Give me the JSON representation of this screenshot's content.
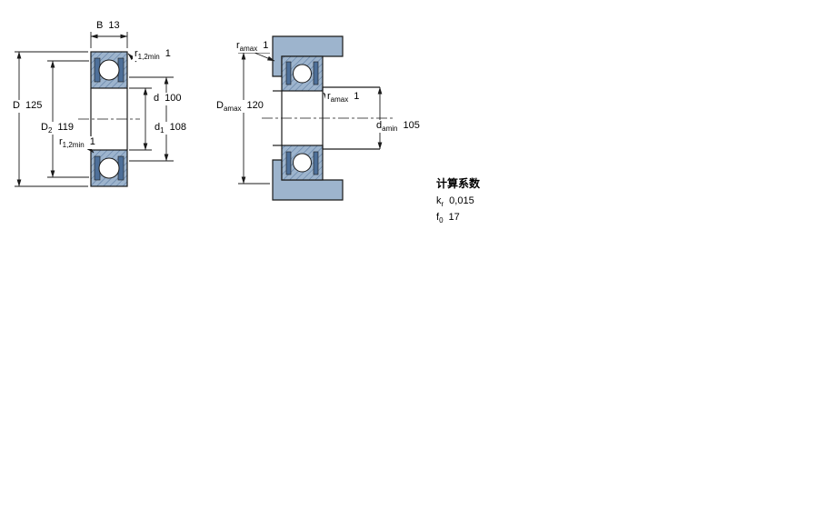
{
  "left_view": {
    "labels": {
      "B": {
        "main": "B",
        "sub": "",
        "value": "13"
      },
      "r12_top": {
        "main": "r",
        "sub": "1,2min",
        "value": "1"
      },
      "D": {
        "main": "D",
        "sub": "",
        "value": "125"
      },
      "D2": {
        "main": "D",
        "sub": "2",
        "value": "119"
      },
      "r12_bottom": {
        "main": "r",
        "sub": "1,2min",
        "value": "1"
      },
      "d": {
        "main": "d",
        "sub": "",
        "value": "100"
      },
      "d1": {
        "main": "d",
        "sub": "1",
        "value": "108"
      }
    }
  },
  "right_view": {
    "labels": {
      "ra_top": {
        "main": "r",
        "sub": "amax",
        "value": "1"
      },
      "Da": {
        "main": "D",
        "sub": "amax",
        "value": "120"
      },
      "ra_mid": {
        "main": "r",
        "sub": "amax",
        "value": "1"
      },
      "da": {
        "main": "d",
        "sub": "amin",
        "value": "105"
      }
    }
  },
  "calculation_factors": {
    "title": "计算系数",
    "rows": [
      {
        "main": "k",
        "sub": "r",
        "value": "0,015"
      },
      {
        "main": "f",
        "sub": "0",
        "value": "17"
      }
    ]
  },
  "colors": {
    "bearing_fill": "#9db4cd",
    "hatch": "#54749c",
    "seal": "#4d6f99",
    "line": "#1a1a1a"
  }
}
